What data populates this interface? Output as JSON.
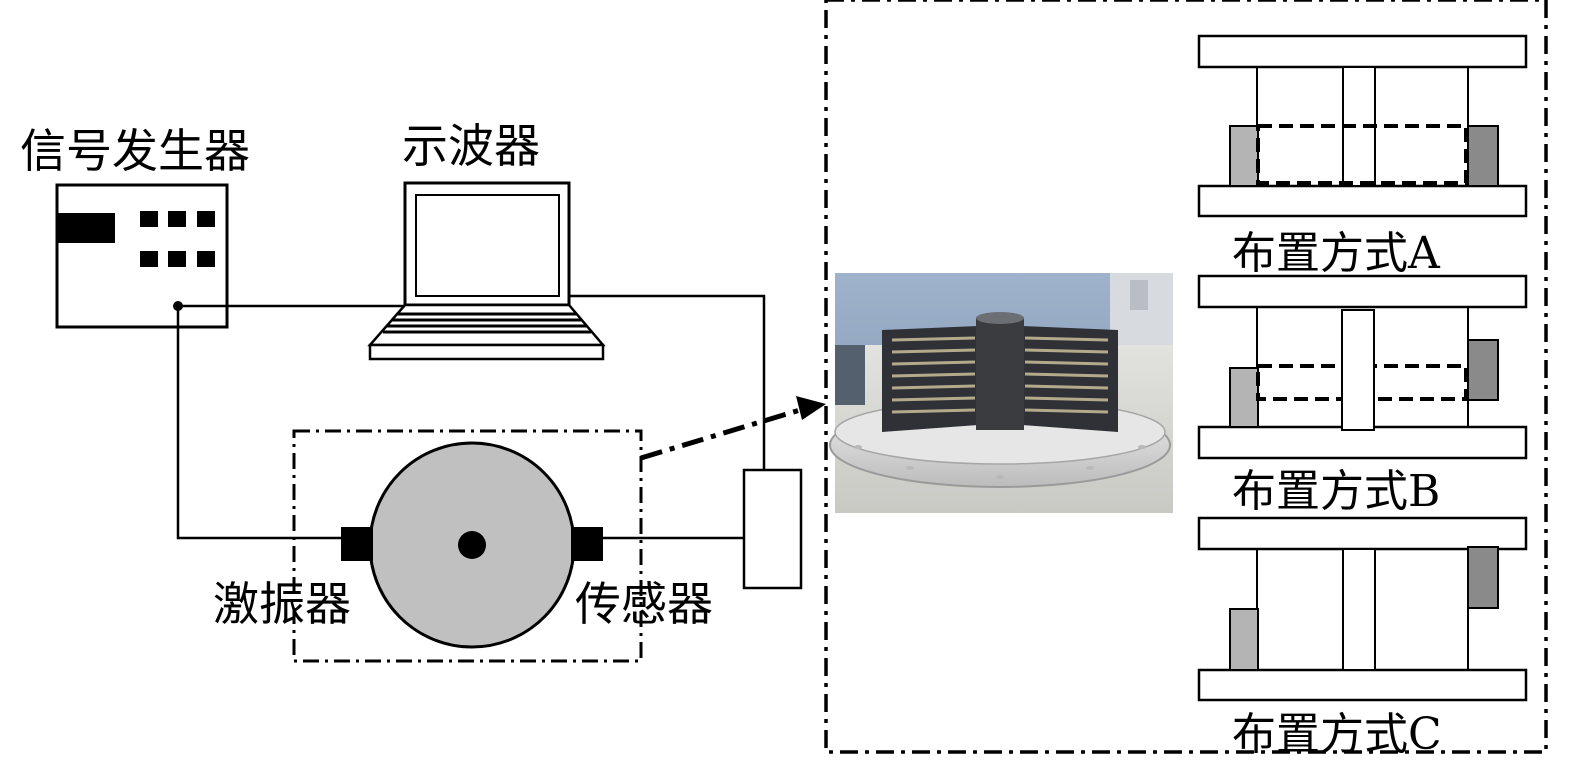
{
  "labels": {
    "signal_generator": "信号发生器",
    "oscilloscope": "示波器",
    "exciter": "激振器",
    "sensor": "传感器"
  },
  "configurations": [
    {
      "label": "布置方式A"
    },
    {
      "label": "布置方式B"
    },
    {
      "label": "布置方式C"
    }
  ],
  "colors": {
    "line": "#000000",
    "disk_fill": "#c0c0c0",
    "light_gray_block": "#b4b4b4",
    "dark_gray_block": "#8a8a8a",
    "photo_background": "#8fa3bf",
    "photo_table": "#d8d8d4"
  }
}
